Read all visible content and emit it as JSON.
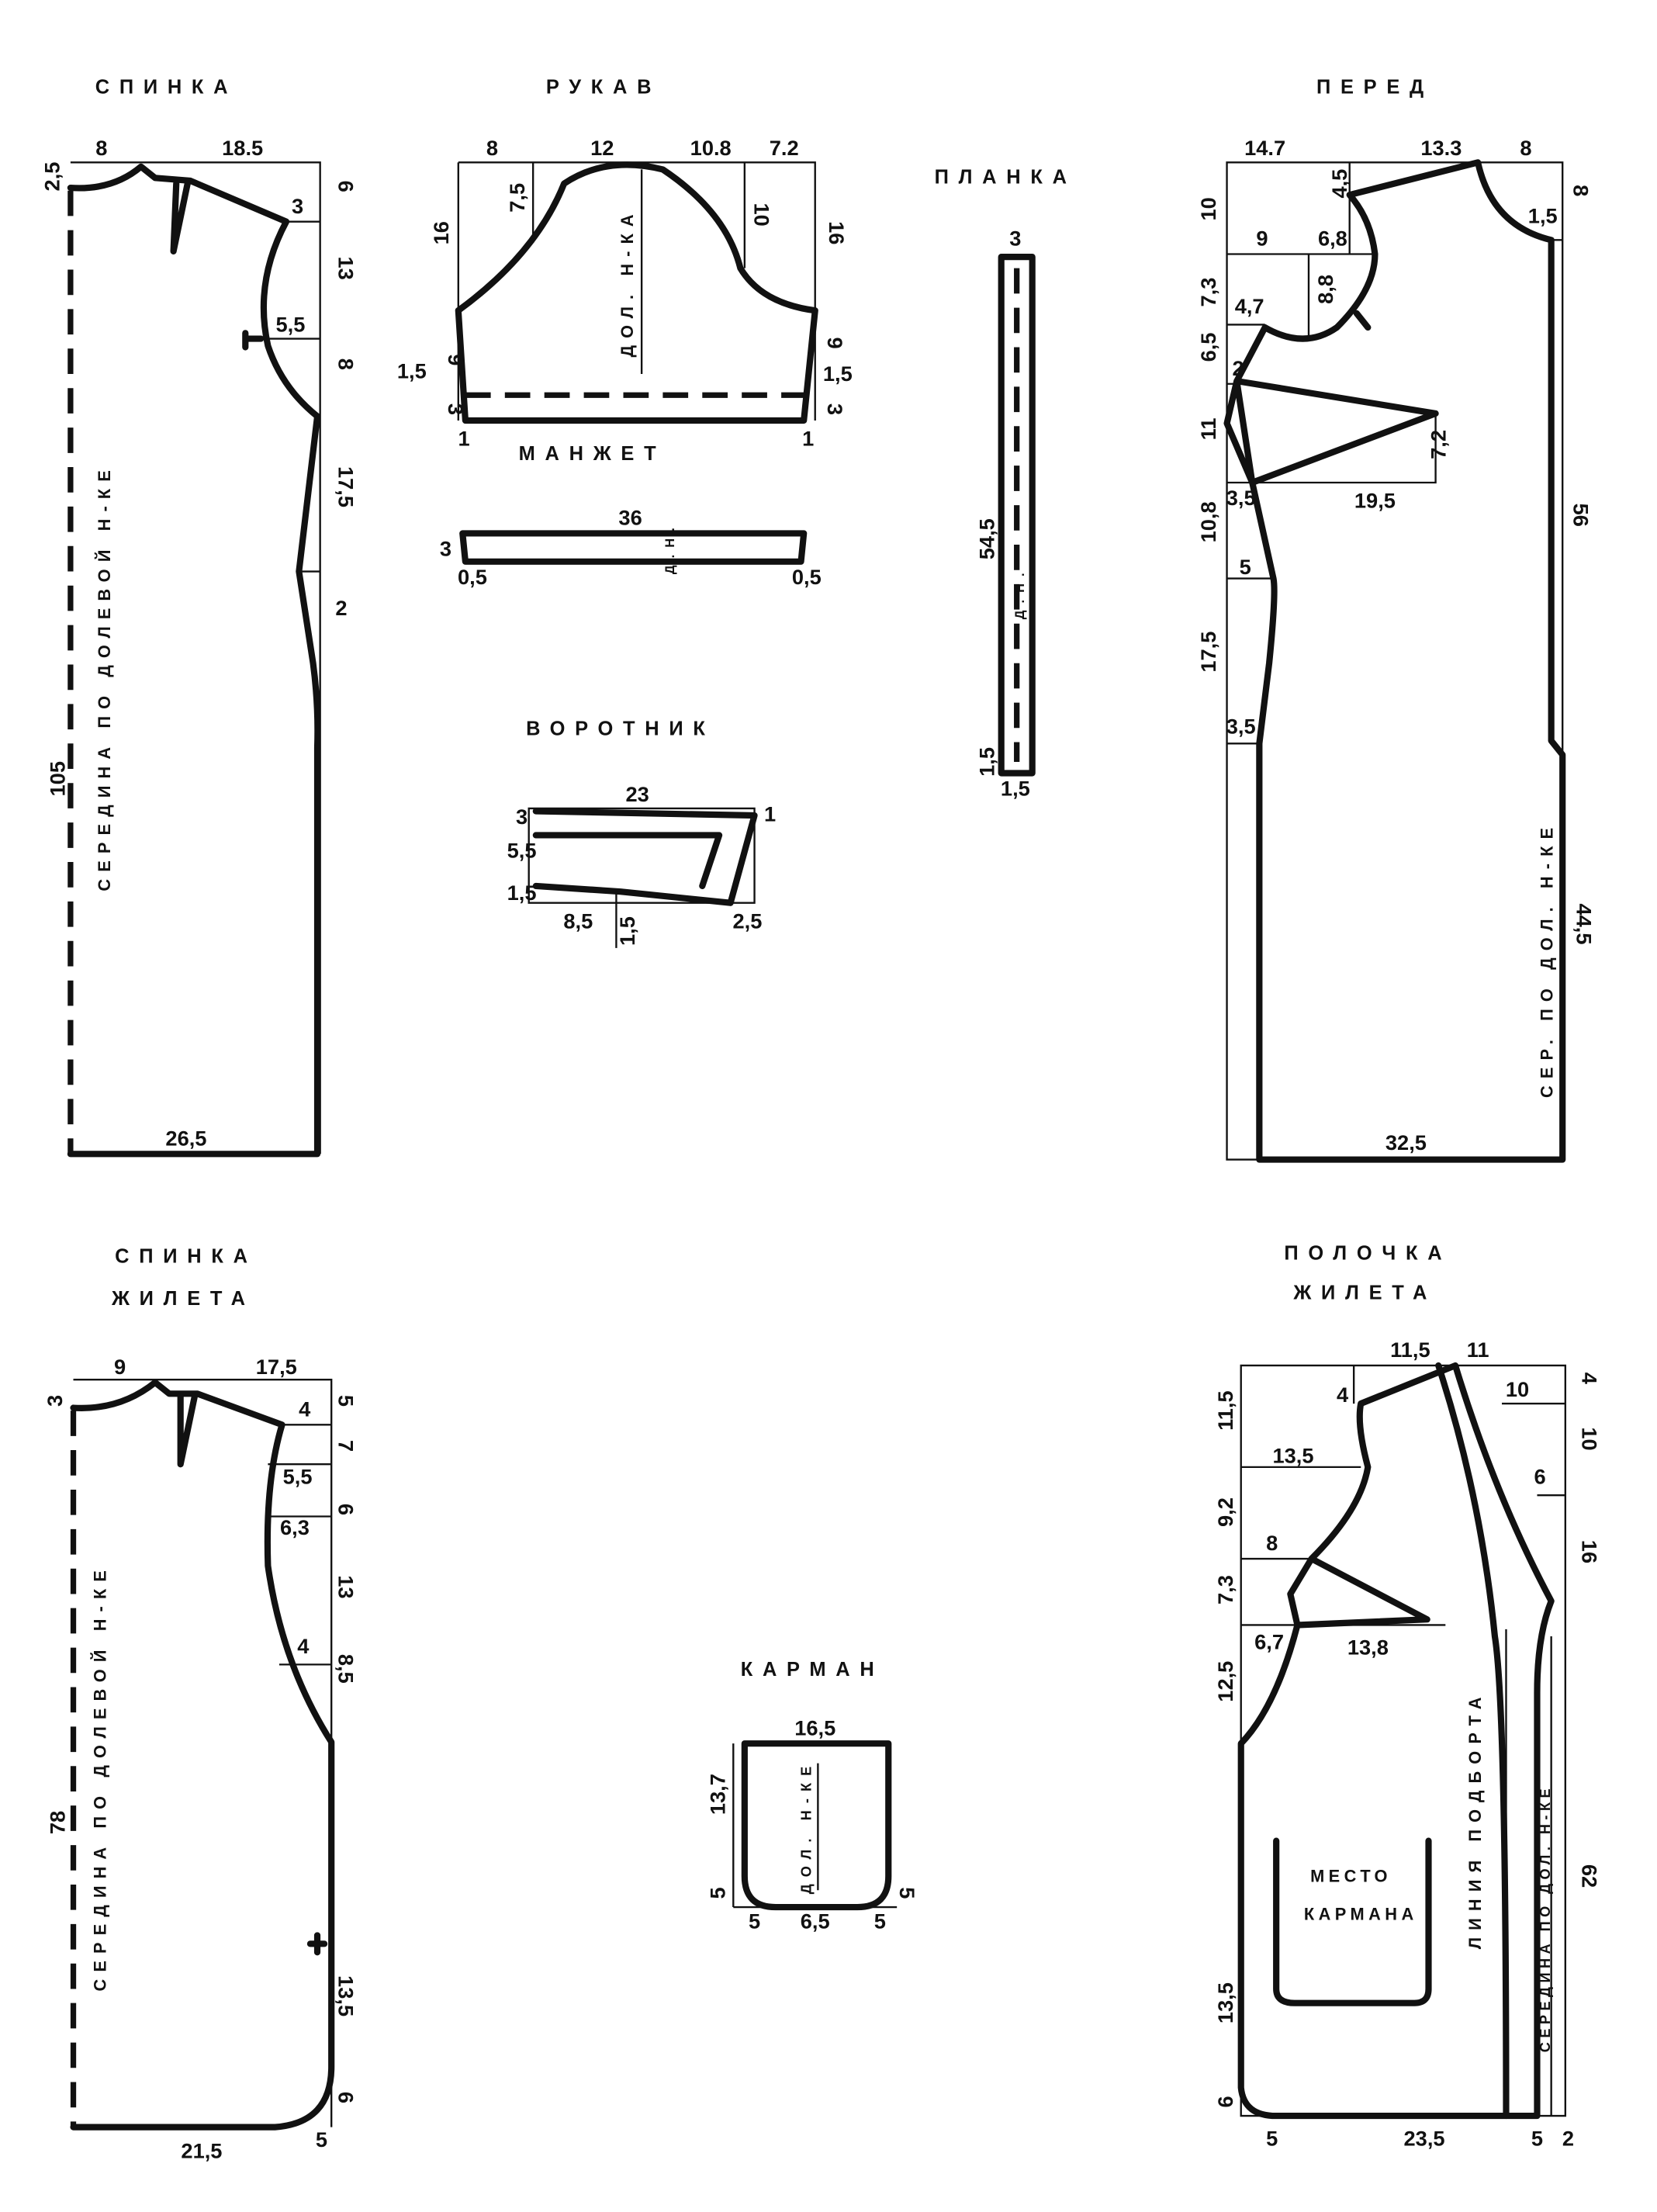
{
  "back": {
    "title": "СПИНКА",
    "center_label": "СЕРЕДИНА ПО ДОЛЕВОЙ Н-КЕ",
    "dims": [
      "8",
      "18.5",
      "2,5",
      "6",
      "3",
      "13",
      "5,5",
      "8",
      "17,5",
      "2",
      "105",
      "26,5"
    ]
  },
  "sleeve": {
    "title": "РУКАВ",
    "grain_label": "ДОЛ. Н-КА",
    "cuff_title": "МАНЖЕТ",
    "dims": [
      "8",
      "12",
      "10.8",
      "7.2",
      "16",
      "7,5",
      "10",
      "16",
      "9",
      "1,5",
      "3",
      "9",
      "1,5",
      "3",
      "1",
      "1"
    ],
    "cuff_dims": [
      "36",
      "3",
      "0,5",
      "0,5"
    ],
    "cuff_grain": "Д.Н."
  },
  "collar": {
    "title": "ВОРОТНИК",
    "dims": [
      "23",
      "3",
      "5,5",
      "1,5",
      "8,5",
      "1,5",
      "2,5",
      "1"
    ]
  },
  "placket": {
    "title": "ПЛАНКА",
    "grain": "Д.Н.",
    "dims": [
      "3",
      "54,5",
      "1,5",
      "1,5"
    ]
  },
  "front": {
    "title": "ПЕРЕД",
    "center_label": "СЕР. ПО ДОЛ. Н-КЕ",
    "dims": [
      "14.7",
      "13.3",
      "8",
      "10",
      "4,5",
      "9",
      "6,8",
      "1,5",
      "8",
      "7,3",
      "8,8",
      "4,7",
      "6,5",
      "2",
      "11",
      "7,2",
      "3,5",
      "19,5",
      "10,8",
      "56",
      "5",
      "17,5",
      "3,5",
      "44,5",
      "32,5"
    ]
  },
  "vest_back": {
    "title_1": "СПИНКА",
    "title_2": "ЖИЛЕТА",
    "center_label": "СЕРЕДИНА ПО ДОЛЕВОЙ Н-КЕ",
    "dims": [
      "9",
      "17,5",
      "3",
      "4",
      "5",
      "7",
      "5,5",
      "6,3",
      "6",
      "13",
      "4",
      "8,5",
      "78",
      "13,5",
      "6",
      "21,5",
      "5"
    ]
  },
  "pocket": {
    "title": "КАРМАН",
    "grain": "ДОЛ. Н-КЕ",
    "dims": [
      "16,5",
      "13,7",
      "5",
      "5",
      "6,5",
      "5",
      "5"
    ]
  },
  "vest_front": {
    "title_1": "ПОЛОЧКА",
    "title_2": "ЖИЛЕТА",
    "pocket_label_1": "МЕСТО",
    "pocket_label_2": "КАРМАНА",
    "facing_label": "ЛИНИЯ ПОДБОРТА",
    "center_label": "СЕРЕДИНА ПО ДОЛ. Н-КЕ",
    "dims": [
      "11,5",
      "11",
      "4",
      "11,5",
      "4",
      "10",
      "13,5",
      "10",
      "6",
      "9,2",
      "8",
      "16",
      "7,3",
      "6,7",
      "13,8",
      "12,5",
      "62",
      "13,5",
      "6",
      "5",
      "23,5",
      "5",
      "2"
    ]
  }
}
